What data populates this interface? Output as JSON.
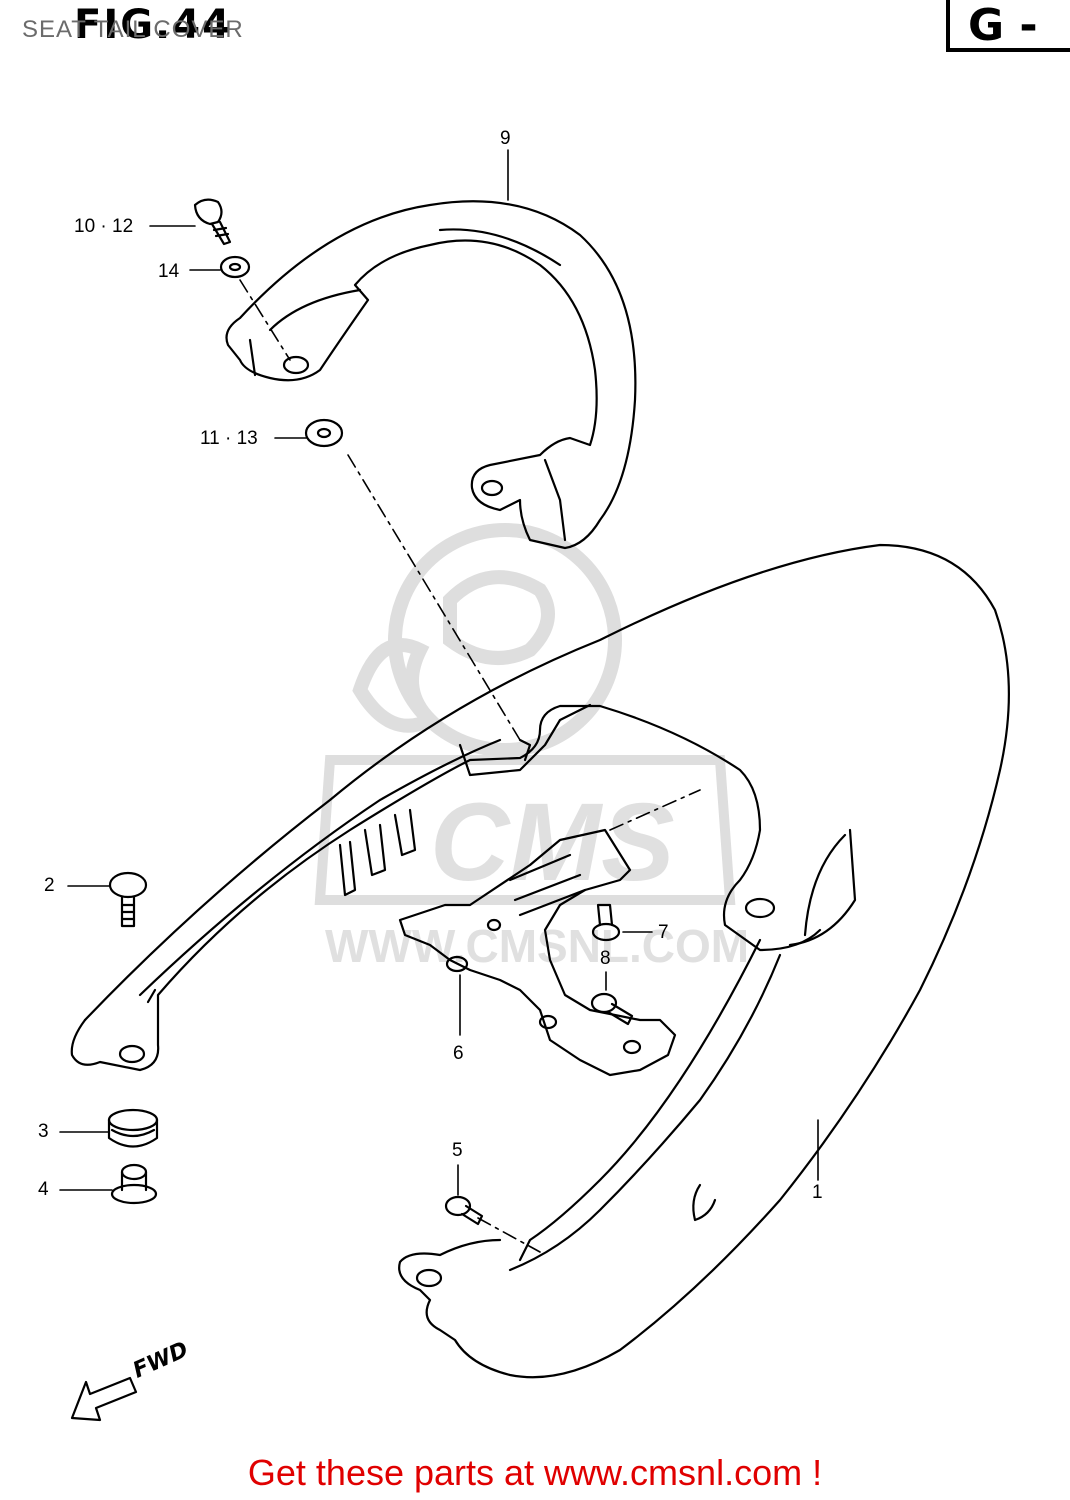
{
  "header": {
    "title": "SEAT TAIL COVER",
    "figure_label": "FIG.44",
    "section_code": "G -"
  },
  "callouts": {
    "c1": "1",
    "c2": "2",
    "c3": "3",
    "c4": "4",
    "c5": "5",
    "c6": "6",
    "c7": "7",
    "c8": "8",
    "c9": "9",
    "c10_12": "10 · 12",
    "c11_13": "11 · 13",
    "c14": "14"
  },
  "direction_label": "FWD",
  "watermark": {
    "brand": "CMS",
    "url": "WWW.CMSNL.COM"
  },
  "footer": {
    "text": "Get these parts at www.cmsnl.com !"
  },
  "colors": {
    "line": "#000000",
    "watermark": "#dcdcdc",
    "footer": "#e00000",
    "header_text": "#6b6b6b"
  }
}
